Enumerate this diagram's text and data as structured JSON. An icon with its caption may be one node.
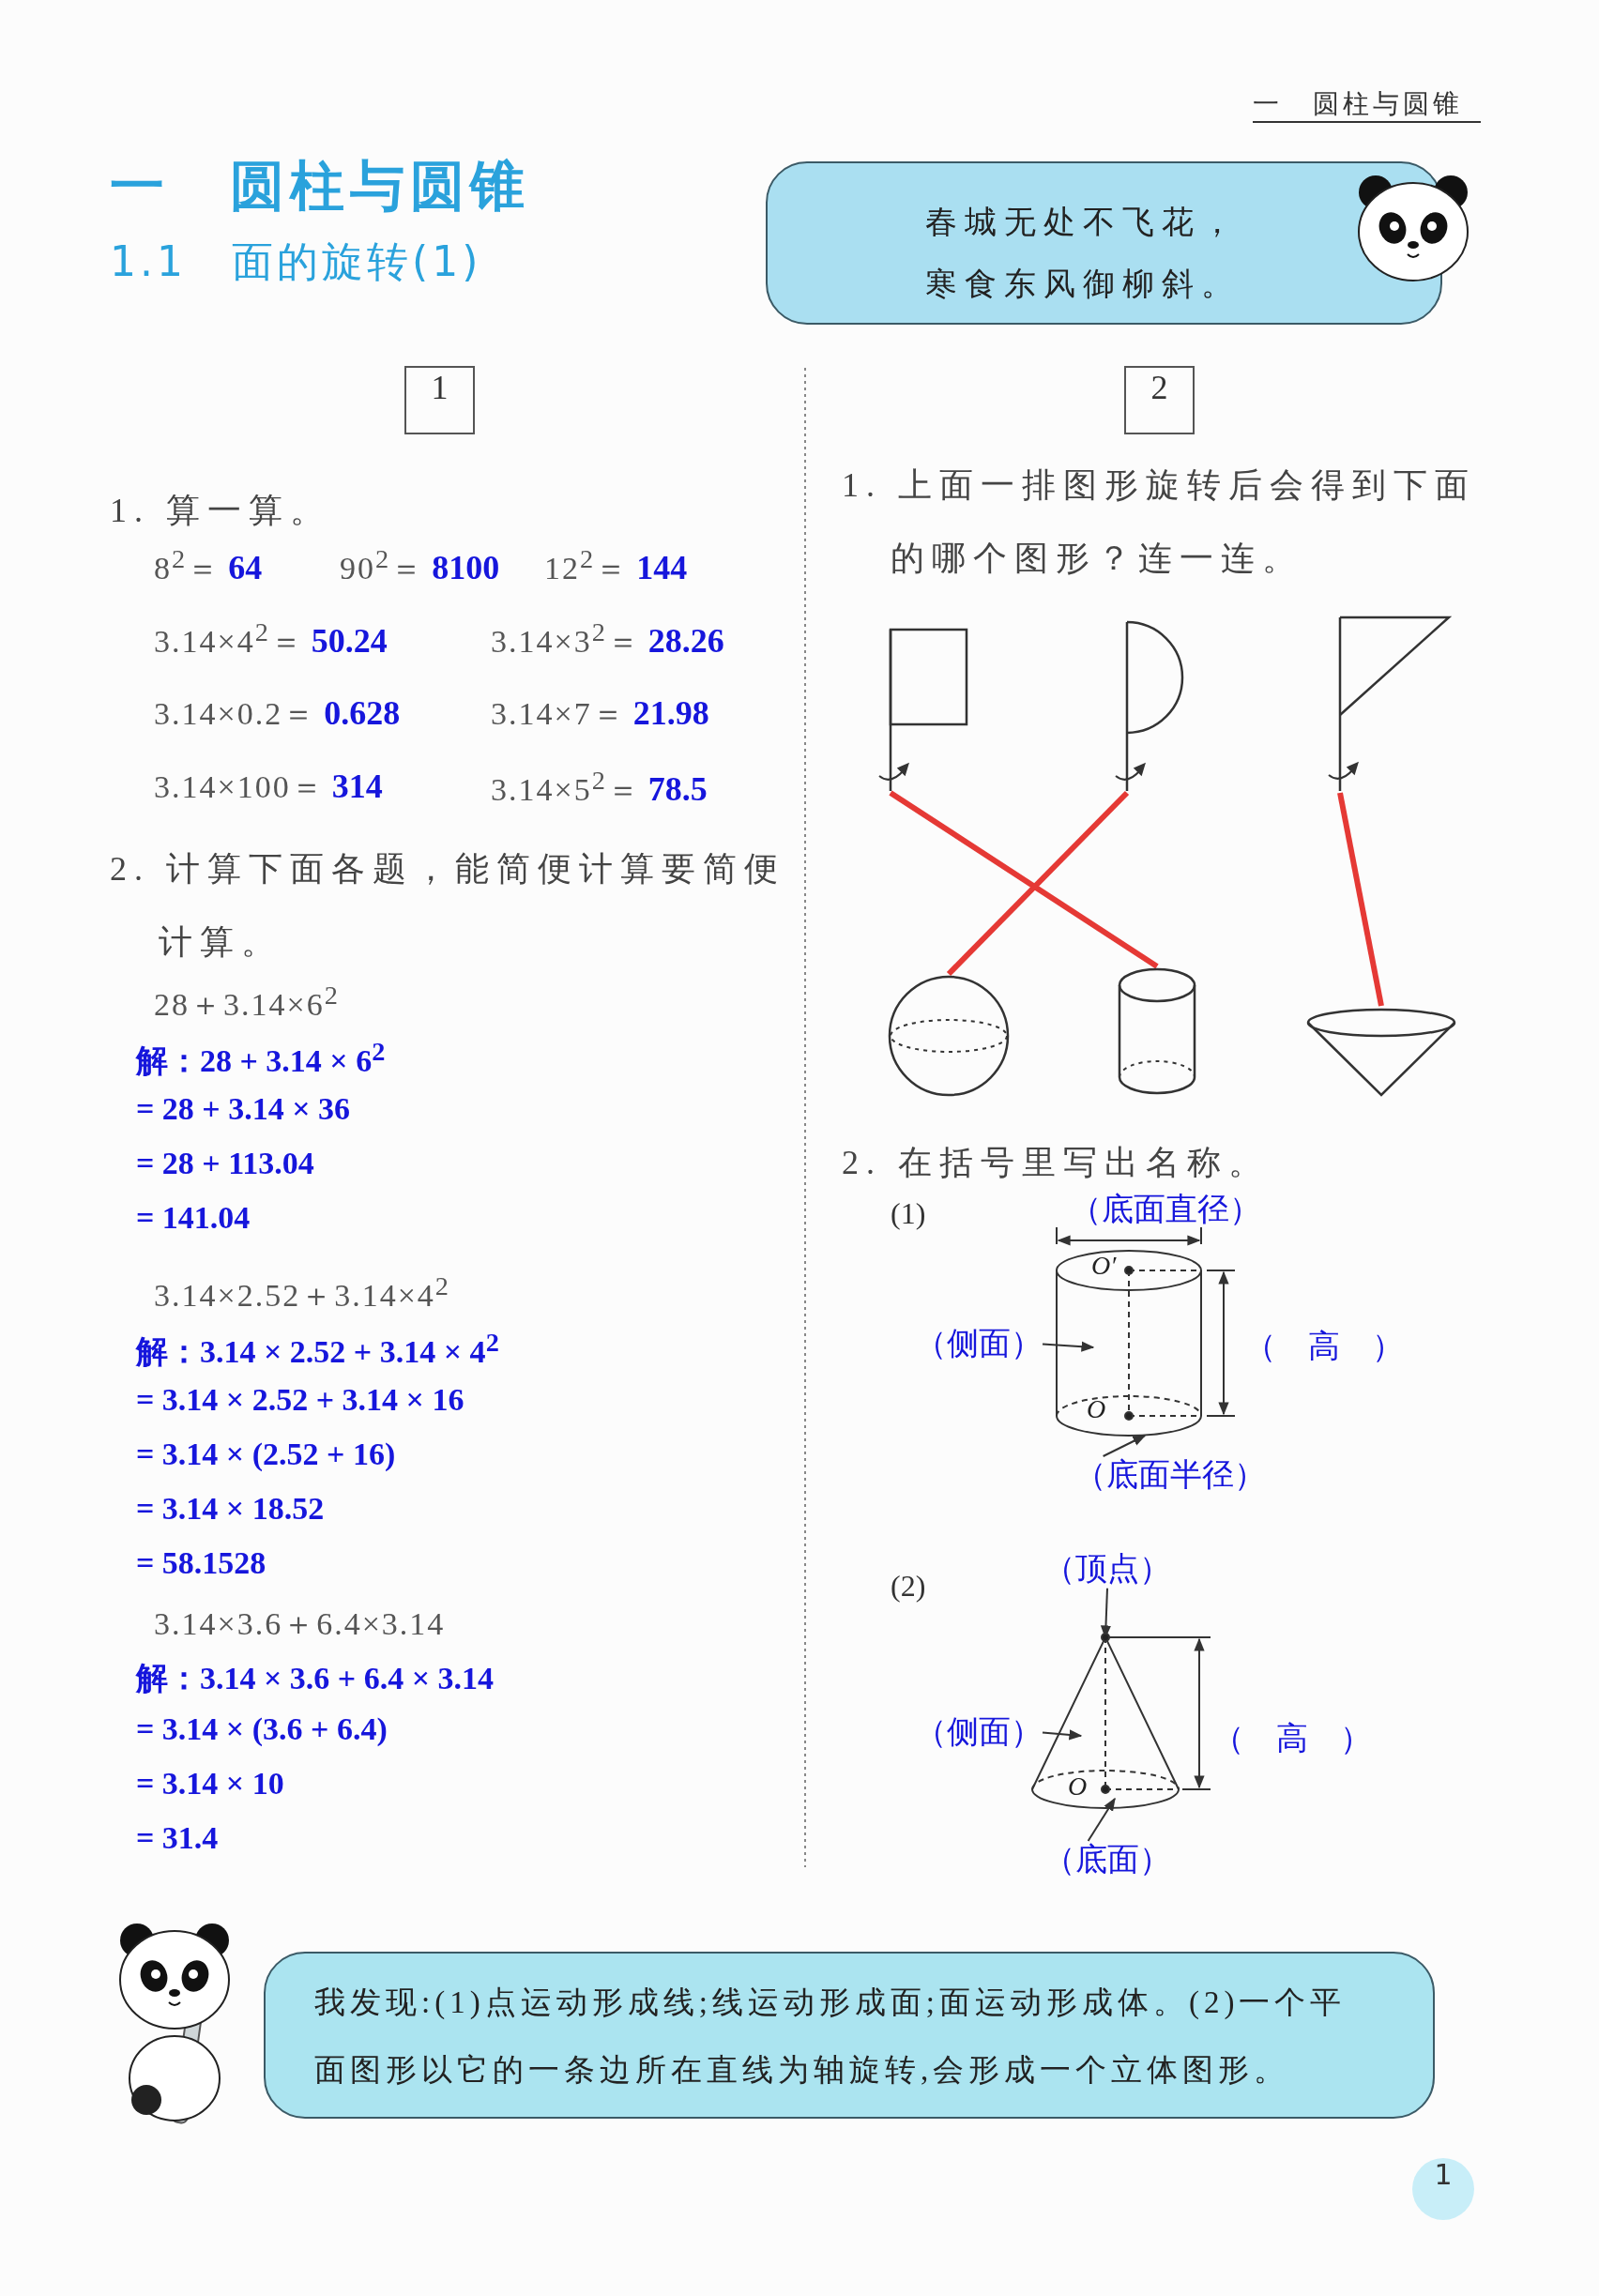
{
  "diagram": {
    "title": "一　圆柱与圆锥",
    "nodes": [
      {
        "text": [
          "春城无处不飞花，寒食东风御柳斜。"
        ]
      },
      {
        "text": [
          "1"
        ]
      },
      {
        "text": [
          "2"
        ]
      },
      {
        "text": [],
        "shape": "picture"
      },
      {
        "text": [],
        "shape": "picture"
      },
      {
        "text": [],
        "shape": "picture"
      },
      {
        "text": [],
        "shape": "picture"
      },
      {
        "text": [],
        "shape": "picture"
      },
      {
        "text": [],
        "shape": "picture"
      },
      {
        "text": [],
        "shape": "picture"
      },
      {
        "text": [
          "（侧面）"
        ]
      },
      {
        "text": [
          "（底面半径）"
        ]
      },
      {
        "text": [
          "（顶点）"
        ]
      },
      {
        "text": [],
        "shape": "picture"
      },
      {
        "text": [
          "（侧面）"
        ]
      },
      {
        "text": [
          "（底面）"
        ]
      },
      {
        "text": [
          "我发现:(1)点运动形成线;线运动形成面;面运动形成体。(2)一个平面图形以它的一条边所在直线为轴旋转,会形成一个立体图形。"
        ]
      },
      {
        "text": [
          "1"
        ]
      }
    ],
    "edges": [
      {
        "from": 3,
        "to": 7,
        "arrow": "none",
        "style": "thick",
        "color": "#e53935"
      },
      {
        "from": 4,
        "to": 6,
        "arrow": "none",
        "style": "thick",
        "color": "#e53935"
      },
      {
        "from": 5,
        "to": 8,
        "arrow": "none",
        "style": "thick",
        "color": "#e53935"
      },
      {
        "from": 10,
        "to": 9,
        "arrow": "to"
      },
      {
        "from": 11,
        "to": 9,
        "arrow": "to"
      },
      {
        "from": 12,
        "to": 13,
        "arrow": "to"
      },
      {
        "from": 14,
        "to": 13,
        "arrow": "to"
      },
      {
        "from": 15,
        "to": 13,
        "arrow": "to"
      }
    ],
    "labels": [
      "一　圆柱与圆锥",
      "1.1　面的旋转(1)",
      "1. 算一算。",
      "8$^{2}$＝",
      "64",
      "90$^{2}$＝",
      "8100",
      "12$^{2}$＝",
      "144",
      "3.14×4$^{2}$＝",
      "50.24",
      "3.14×3$^{2}$＝",
      "28.26",
      "3.14×0.2＝",
      "0.628",
      "3.14×7＝",
      "21.98",
      "3.14×100＝",
      "314",
      "3.14×5$^{2}$＝",
      "78.5",
      "2. 计算下面各题，能简便计算要简便计算。",
      "28＋3.14×6$^{2}$",
      "解：28 + 3.14 × 6$^{2}$",
      "= 28 + 3.14 × 36",
      "= 28 + 113.04",
      "= 141.04",
      "3.14×2.52＋3.14×4$^{2}$",
      "解：3.14 × 2.52 + 3.14 × 4$^{2}$",
      "= 3.14 × 2.52 + 3.14 × 16",
      "= 3.14 × (2.52 + 16)",
      "= 3.14 × 18.52",
      "= 58.1528",
      "3.14×3.6＋6.4×3.14",
      "解：3.14 × 3.6 + 6.4 × 3.14",
      "= 3.14 × (3.6 + 6.4)",
      "= 3.14 × 10",
      "= 31.4",
      "1. 上面一排图形旋转后会得到下面的哪个图形？连一连。",
      "2. 在括号里写出名称。",
      "(1)",
      "（底面直径）",
      "O′",
      "（　高　）",
      "O",
      "(2)",
      "（　高　）",
      "O"
    ]
  }
}
